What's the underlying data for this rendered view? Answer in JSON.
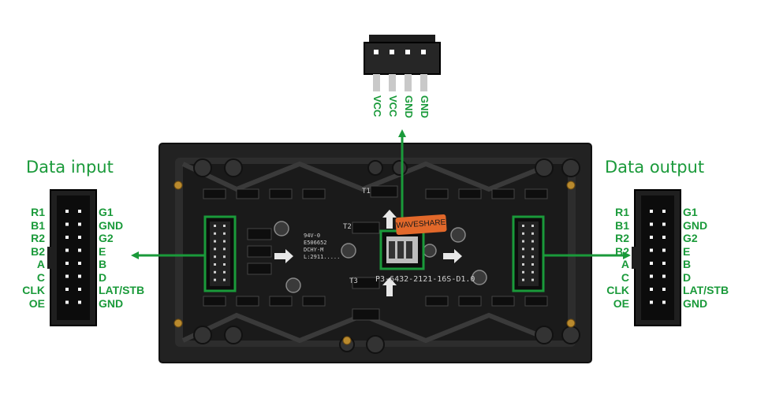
{
  "left_connector": {
    "title": "Data input",
    "left_pins": [
      "R1",
      "B1",
      "R2",
      "B2",
      "A",
      "C",
      "CLK",
      "OE"
    ],
    "right_pins": [
      "G1",
      "GND",
      "G2",
      "E",
      "B",
      "D",
      "LAT/STB",
      "GND"
    ]
  },
  "right_connector": {
    "title": "Data output",
    "left_pins": [
      "R1",
      "B1",
      "R2",
      "B2",
      "A",
      "C",
      "CLK",
      "OE"
    ],
    "right_pins": [
      "G1",
      "GND",
      "G2",
      "E",
      "B",
      "D",
      "LAT/STB",
      "GND"
    ]
  },
  "power_connector": {
    "pins": [
      "VCC",
      "VCC",
      "GND",
      "GND"
    ]
  },
  "board": {
    "brand": "WAVESHARE",
    "part_number": "P3-6432-2121-16S-D1.0",
    "t1": "T1",
    "t2": "T2",
    "t3": "T3",
    "chip_lines": [
      "94V-0",
      "E506652",
      "DCHY-M",
      "L:2911....."
    ]
  },
  "colors": {
    "accent_green": "#1a9a3a",
    "board": "#1c1c1c",
    "frame": "#2a2a2a",
    "brand_badge": "#e2682a"
  },
  "icons": [
    "arrow-left-icon",
    "arrow-right-icon",
    "arrow-up-icon"
  ]
}
